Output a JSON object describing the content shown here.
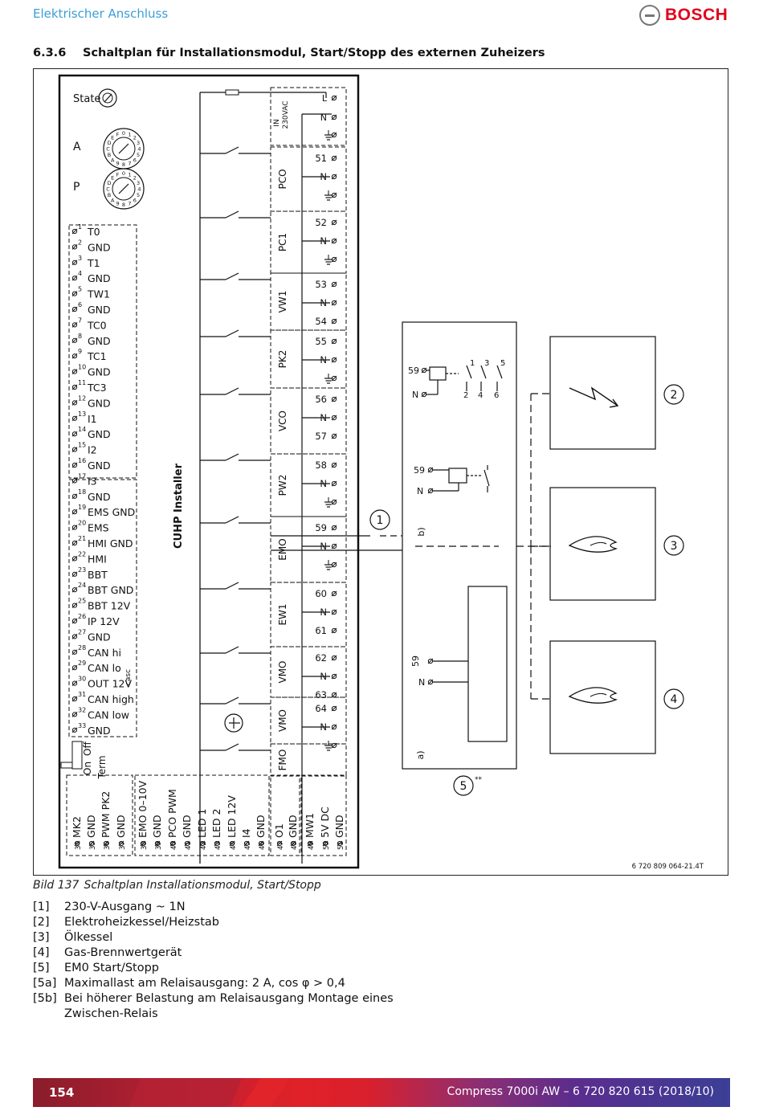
{
  "header": {
    "section": "Elektrischer Anschluss",
    "brand": "BOSCH"
  },
  "section": {
    "number": "6.3.6",
    "title": "Schaltplan für Installationsmodul, Start/Stopp des externen Zuheizers"
  },
  "diagram": {
    "module_name": "CUHP Installer",
    "state_label": "State",
    "dial_a": "A",
    "dial_p": "P",
    "dial_digits": [
      "0",
      "1",
      "2",
      "3",
      "4",
      "5",
      "6",
      "7",
      "8",
      "9",
      "A",
      "B",
      "C",
      "D",
      "E",
      "F"
    ],
    "sensor_terminals": [
      {
        "n": "1",
        "label": "T0"
      },
      {
        "n": "2",
        "label": "GND"
      },
      {
        "n": "3",
        "label": "T1"
      },
      {
        "n": "4",
        "label": "GND"
      },
      {
        "n": "5",
        "label": "TW1"
      },
      {
        "n": "6",
        "label": "GND"
      },
      {
        "n": "7",
        "label": "TC0"
      },
      {
        "n": "8",
        "label": "GND"
      },
      {
        "n": "9",
        "label": "TC1"
      },
      {
        "n": "10",
        "label": "GND"
      },
      {
        "n": "11",
        "label": "TC3"
      },
      {
        "n": "12",
        "label": "GND"
      },
      {
        "n": "13",
        "label": "I1"
      },
      {
        "n": "14",
        "label": "GND"
      },
      {
        "n": "15",
        "label": "I2"
      },
      {
        "n": "16",
        "label": "GND"
      },
      {
        "n": "17",
        "label": "I3"
      },
      {
        "n": "18",
        "label": "GND"
      },
      {
        "n": "19",
        "label": "EMS GND"
      },
      {
        "n": "20",
        "label": "EMS"
      },
      {
        "n": "21",
        "label": "HMI GND"
      },
      {
        "n": "22",
        "label": "HMI"
      },
      {
        "n": "23",
        "label": "BBT"
      },
      {
        "n": "24",
        "label": "BBT GND"
      },
      {
        "n": "25",
        "label": "BBT 12V"
      },
      {
        "n": "26",
        "label": "IP 12V"
      },
      {
        "n": "27",
        "label": "GND"
      },
      {
        "n": "28",
        "label": "CAN hi"
      },
      {
        "n": "29",
        "label": "CAN lo"
      },
      {
        "n": "30",
        "label": "OUT 12V"
      },
      {
        "n": "31",
        "label": "CAN high"
      },
      {
        "n": "32",
        "label": "CAN low"
      },
      {
        "n": "33",
        "label": "GND"
      }
    ],
    "casc_label": "casc",
    "switch_labels": {
      "on": "On",
      "off": "Off",
      "term": "Term"
    },
    "power_block": {
      "title_in": "IN",
      "title_v": "230VAC",
      "terms": [
        "L",
        "N",
        "⏚"
      ]
    },
    "output_groups": [
      {
        "name": "PCO",
        "terms": [
          "51",
          "N",
          "⏚"
        ]
      },
      {
        "name": "PC1",
        "terms": [
          "52",
          "N",
          "⏚"
        ]
      },
      {
        "name": "VW1",
        "terms": [
          "53",
          "N",
          "54"
        ]
      },
      {
        "name": "PK2",
        "terms": [
          "55",
          "N",
          "⏚"
        ]
      },
      {
        "name": "VCO",
        "terms": [
          "56",
          "N",
          "57"
        ]
      },
      {
        "name": "PW2",
        "terms": [
          "58",
          "N",
          "⏚"
        ]
      },
      {
        "name": "EMO",
        "terms": [
          "59",
          "N",
          "⏚"
        ]
      },
      {
        "name": "EW1",
        "terms": [
          "60",
          "N",
          "61"
        ]
      },
      {
        "name": "VMO",
        "terms": [
          "62",
          "N",
          "63"
        ]
      },
      {
        "name": "VMO",
        "terms": [
          "64",
          "N",
          "⏚"
        ]
      },
      {
        "name": "FMO",
        "terms": []
      }
    ],
    "bottom_terminals": [
      {
        "n": "34",
        "label": "MK2"
      },
      {
        "n": "35",
        "label": "GND"
      },
      {
        "n": "36",
        "label": "PWM PK2"
      },
      {
        "n": "37",
        "label": "GND"
      },
      {
        "n": "38",
        "label": "EMO 0–10V"
      },
      {
        "n": "39",
        "label": "GND"
      },
      {
        "n": "40",
        "label": "PCO PWM"
      },
      {
        "n": "41",
        "label": "GND"
      },
      {
        "n": "42",
        "label": "LED 1"
      },
      {
        "n": "43",
        "label": "LED 2"
      },
      {
        "n": "44",
        "label": "LED 12V"
      },
      {
        "n": "45",
        "label": "I4"
      },
      {
        "n": "46",
        "label": "GND"
      },
      {
        "n": "47",
        "label": "O1"
      },
      {
        "n": "48",
        "label": "GND"
      },
      {
        "n": "49",
        "label": "MW1"
      },
      {
        "n": "50",
        "label": "5V DC"
      },
      {
        "n": "51",
        "label": "GND"
      }
    ],
    "relay_labels": {
      "t59": "59",
      "tn": "N",
      "c1": "1",
      "c2": "2",
      "c3": "3",
      "c4": "4",
      "c5": "5",
      "c6": "6",
      "b": "b)",
      "a": "a)"
    },
    "callouts": [
      "1",
      "2",
      "3",
      "4",
      "5"
    ],
    "callout5_mark": "**",
    "drawing_number": "6 720 809 064-21.4T"
  },
  "caption": {
    "figure": "Bild 137",
    "text": "Schaltplan Installationsmodul, Start/Stopp"
  },
  "legend": [
    {
      "key": "[1]",
      "text": "230-V-Ausgang ~ 1N"
    },
    {
      "key": "[2]",
      "text": "Elektroheizkessel/Heizstab"
    },
    {
      "key": "[3]",
      "text": "Ölkessel"
    },
    {
      "key": "[4]",
      "text": "Gas-Brennwertgerät"
    },
    {
      "key": "[5]",
      "text": "EM0 Start/Stopp"
    },
    {
      "key": "[5a]",
      "text": "Maximallast am Relaisausgang: 2 A, cos φ > 0,4"
    },
    {
      "key": "[5b]",
      "text": "Bei höherer Belastung am Relaisausgang Montage eines Zwischen-Relais"
    }
  ],
  "footer": {
    "page": "154",
    "document": "Compress 7000i AW – 6 720 820 615 (2018/10)"
  }
}
